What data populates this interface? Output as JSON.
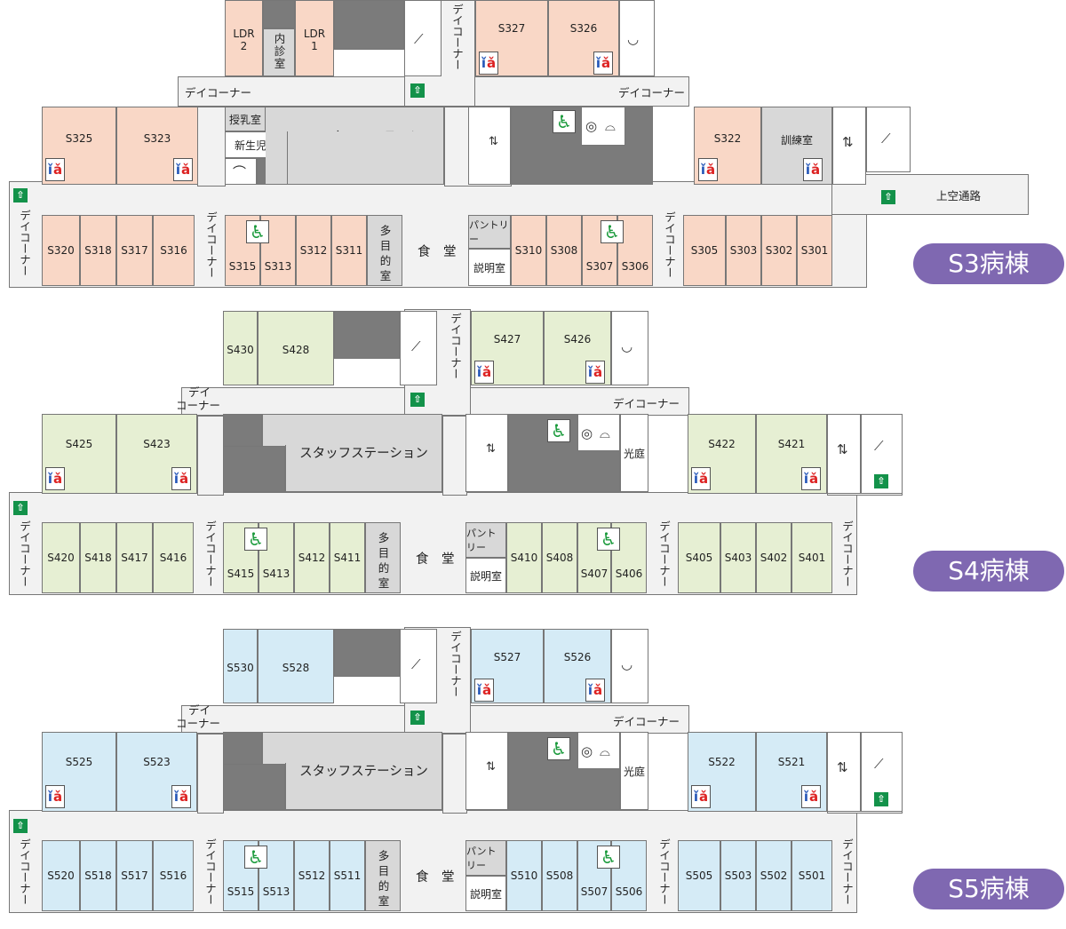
{
  "colors": {
    "s3_room": "#f9d7c6",
    "s4_room": "#e6efd3",
    "s5_room": "#d5ebf6",
    "badge": "#7f68b1",
    "exit": "#13924a"
  },
  "icons": [
    "wc-icon",
    "accessible-icon",
    "emergency-exit-icon",
    "elevator-icon",
    "stairs-icon",
    "bath-icon",
    "laundry-icon",
    "baby-bath-icon"
  ],
  "common": {
    "day_corner": "デイコーナー",
    "day_corner_a": "デイ",
    "day_corner_b": "コーナー",
    "staff_station": "スタッフステーション",
    "dining": "食　堂",
    "pantry": "パントリー",
    "explanation": "説明室",
    "multipurpose": "多目的室",
    "lightwell": "光庭"
  },
  "s3": {
    "badge": "S3病棟",
    "ldr2_a": "LDR",
    "ldr2_b": "2",
    "ldr1_a": "LDR",
    "ldr1_b": "1",
    "exam": "内診室",
    "nursing": "授乳室",
    "newborn": "新生児室",
    "training": "訓練室",
    "skyway": "上空通路",
    "top_rooms": [
      "S327",
      "S326"
    ],
    "mid_left": [
      "S325",
      "S323"
    ],
    "mid_right": [
      "S322"
    ],
    "bottom_a": [
      "S320",
      "S318",
      "S317",
      "S316"
    ],
    "bottom_b": [
      "S315",
      "S313",
      "S312",
      "S311"
    ],
    "bottom_c": [
      "S310",
      "S308",
      "S307",
      "S306"
    ],
    "bottom_d": [
      "S305",
      "S303",
      "S302",
      "S301"
    ]
  },
  "s4": {
    "badge": "S4病棟",
    "top_left": [
      "S430",
      "S428"
    ],
    "top_rooms": [
      "S427",
      "S426"
    ],
    "mid_left": [
      "S425",
      "S423"
    ],
    "mid_right": [
      "S422",
      "S421"
    ],
    "bottom_a": [
      "S420",
      "S418",
      "S417",
      "S416"
    ],
    "bottom_b": [
      "S415",
      "S413",
      "S412",
      "S411"
    ],
    "bottom_c": [
      "S410",
      "S408",
      "S407",
      "S406"
    ],
    "bottom_d": [
      "S405",
      "S403",
      "S402",
      "S401"
    ]
  },
  "s5": {
    "badge": "S5病棟",
    "top_left": [
      "S530",
      "S528"
    ],
    "top_rooms": [
      "S527",
      "S526"
    ],
    "mid_left": [
      "S525",
      "S523"
    ],
    "mid_right": [
      "S522",
      "S521"
    ],
    "bottom_a": [
      "S520",
      "S518",
      "S517",
      "S516"
    ],
    "bottom_b": [
      "S515",
      "S513",
      "S512",
      "S511"
    ],
    "bottom_c": [
      "S510",
      "S508",
      "S507",
      "S506"
    ],
    "bottom_d": [
      "S505",
      "S503",
      "S502",
      "S501"
    ]
  }
}
